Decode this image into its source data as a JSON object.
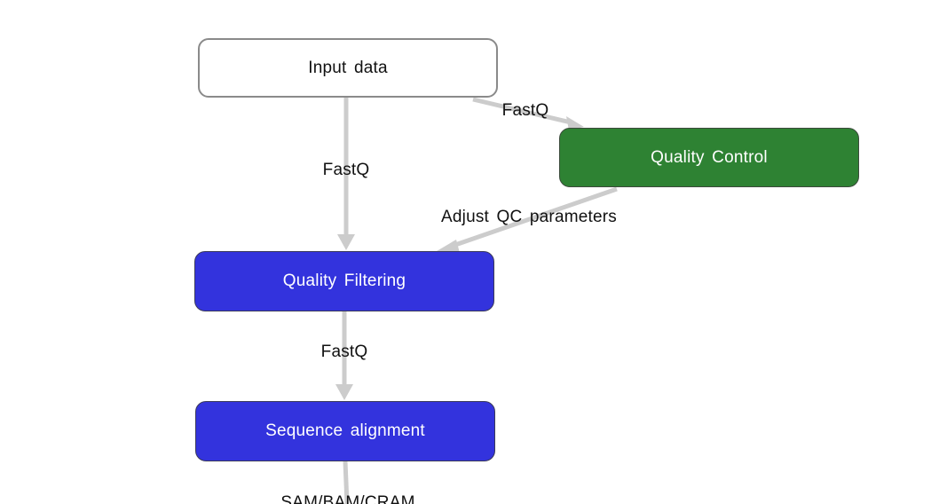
{
  "nodes": {
    "input": {
      "label": "Input data"
    },
    "qc": {
      "label": "Quality Control"
    },
    "filter": {
      "label": "Quality Filtering"
    },
    "align": {
      "label": "Sequence alignment"
    }
  },
  "edges": {
    "input_to_filter": {
      "from": "Input data",
      "to": "Quality Filtering",
      "label": "FastQ"
    },
    "input_to_qc": {
      "from": "Input data",
      "to": "Quality Control",
      "label": "FastQ"
    },
    "qc_to_filter": {
      "from": "Quality Control",
      "to": "Quality Filtering",
      "label": "Adjust QC parameters"
    },
    "filter_to_align": {
      "from": "Quality Filtering",
      "to": "Sequence alignment",
      "label": "FastQ"
    },
    "align_out": {
      "from": "Sequence alignment",
      "to": "",
      "label": "SAM/BAM/CRAM"
    }
  },
  "colors": {
    "edge": "#cccccc",
    "input_fill": "#ffffff",
    "qc_fill": "#2e8233",
    "process_fill": "#3333dd"
  }
}
